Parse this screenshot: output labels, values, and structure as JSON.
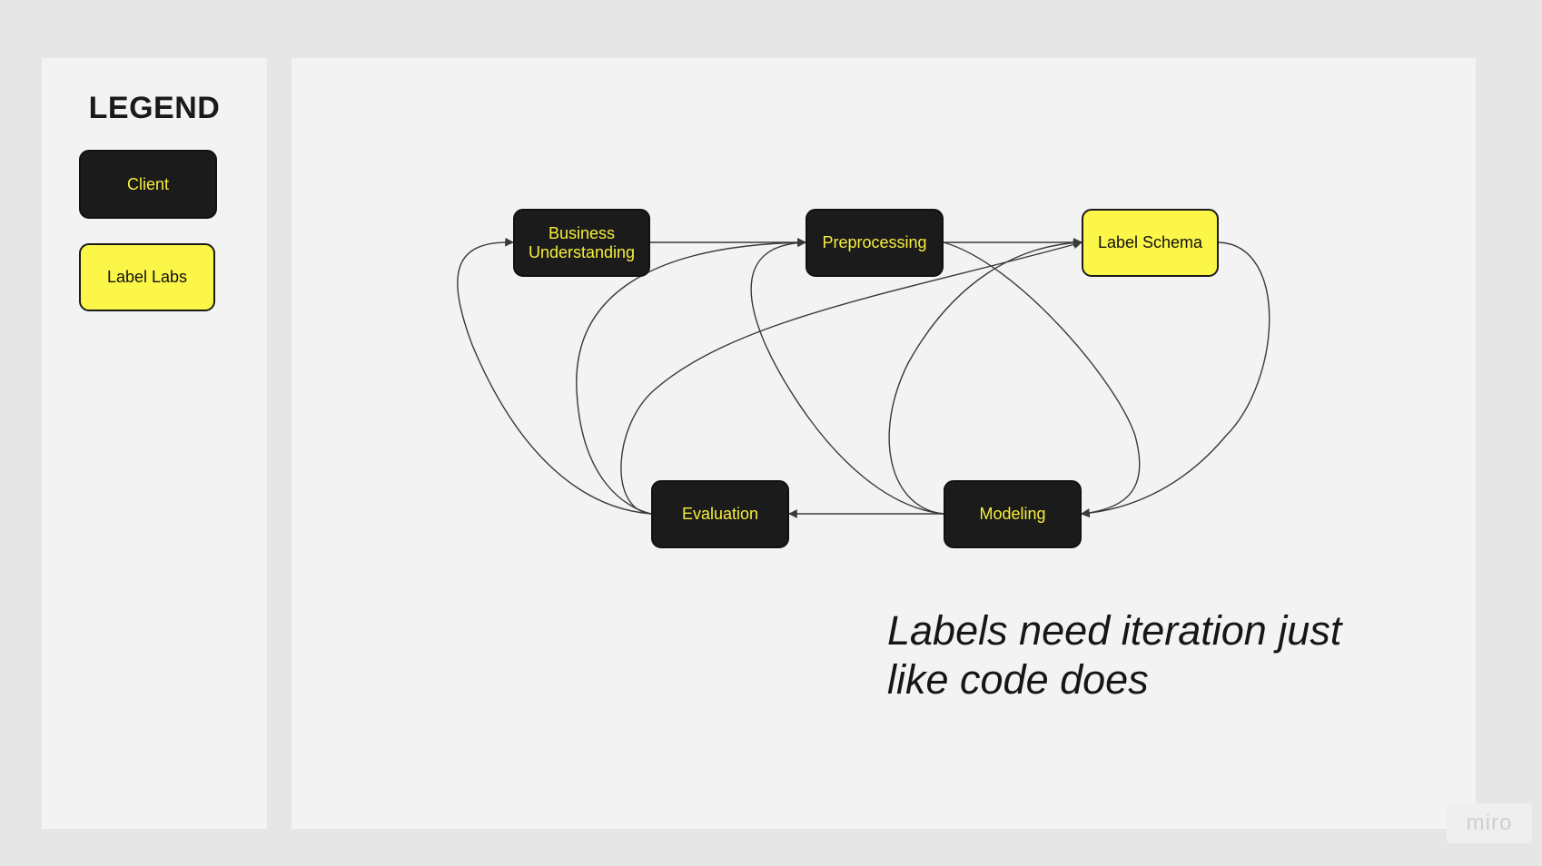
{
  "legend": {
    "title": "LEGEND",
    "items": [
      {
        "label": "Client",
        "fill": "#1b1b1b",
        "text_color": "#f6ee3c"
      },
      {
        "label": "Label Labs",
        "fill": "#fbf647",
        "text_color": "#111111"
      }
    ]
  },
  "diagram": {
    "nodes": [
      {
        "id": "business",
        "label": "Business\nUnderstanding",
        "kind": "client"
      },
      {
        "id": "preprocessing",
        "label": "Preprocessing",
        "kind": "client"
      },
      {
        "id": "labelschema",
        "label": "Label Schema",
        "kind": "labellabs"
      },
      {
        "id": "evaluation",
        "label": "Evaluation",
        "kind": "client"
      },
      {
        "id": "modeling",
        "label": "Modeling",
        "kind": "client"
      }
    ],
    "edges": [
      {
        "from": "business",
        "to": "preprocessing"
      },
      {
        "from": "preprocessing",
        "to": "labelschema"
      },
      {
        "from": "labelschema",
        "to": "modeling"
      },
      {
        "from": "modeling",
        "to": "evaluation"
      },
      {
        "from": "evaluation",
        "to": "business"
      },
      {
        "from": "evaluation",
        "to": "preprocessing"
      },
      {
        "from": "evaluation",
        "to": "labelschema"
      },
      {
        "from": "modeling",
        "to": "preprocessing"
      },
      {
        "from": "modeling",
        "to": "labelschema"
      },
      {
        "from": "preprocessing",
        "to": "modeling"
      }
    ]
  },
  "caption": {
    "line1": "Labels need iteration just",
    "line2": "like code does"
  },
  "watermark": "miro",
  "colors": {
    "background": "#e6e6e6",
    "panel": "#f3f3f3",
    "client_fill": "#1b1b1b",
    "client_text": "#f6ee3c",
    "labellabs_fill": "#fbf647",
    "edge": "#3a3a3a"
  }
}
